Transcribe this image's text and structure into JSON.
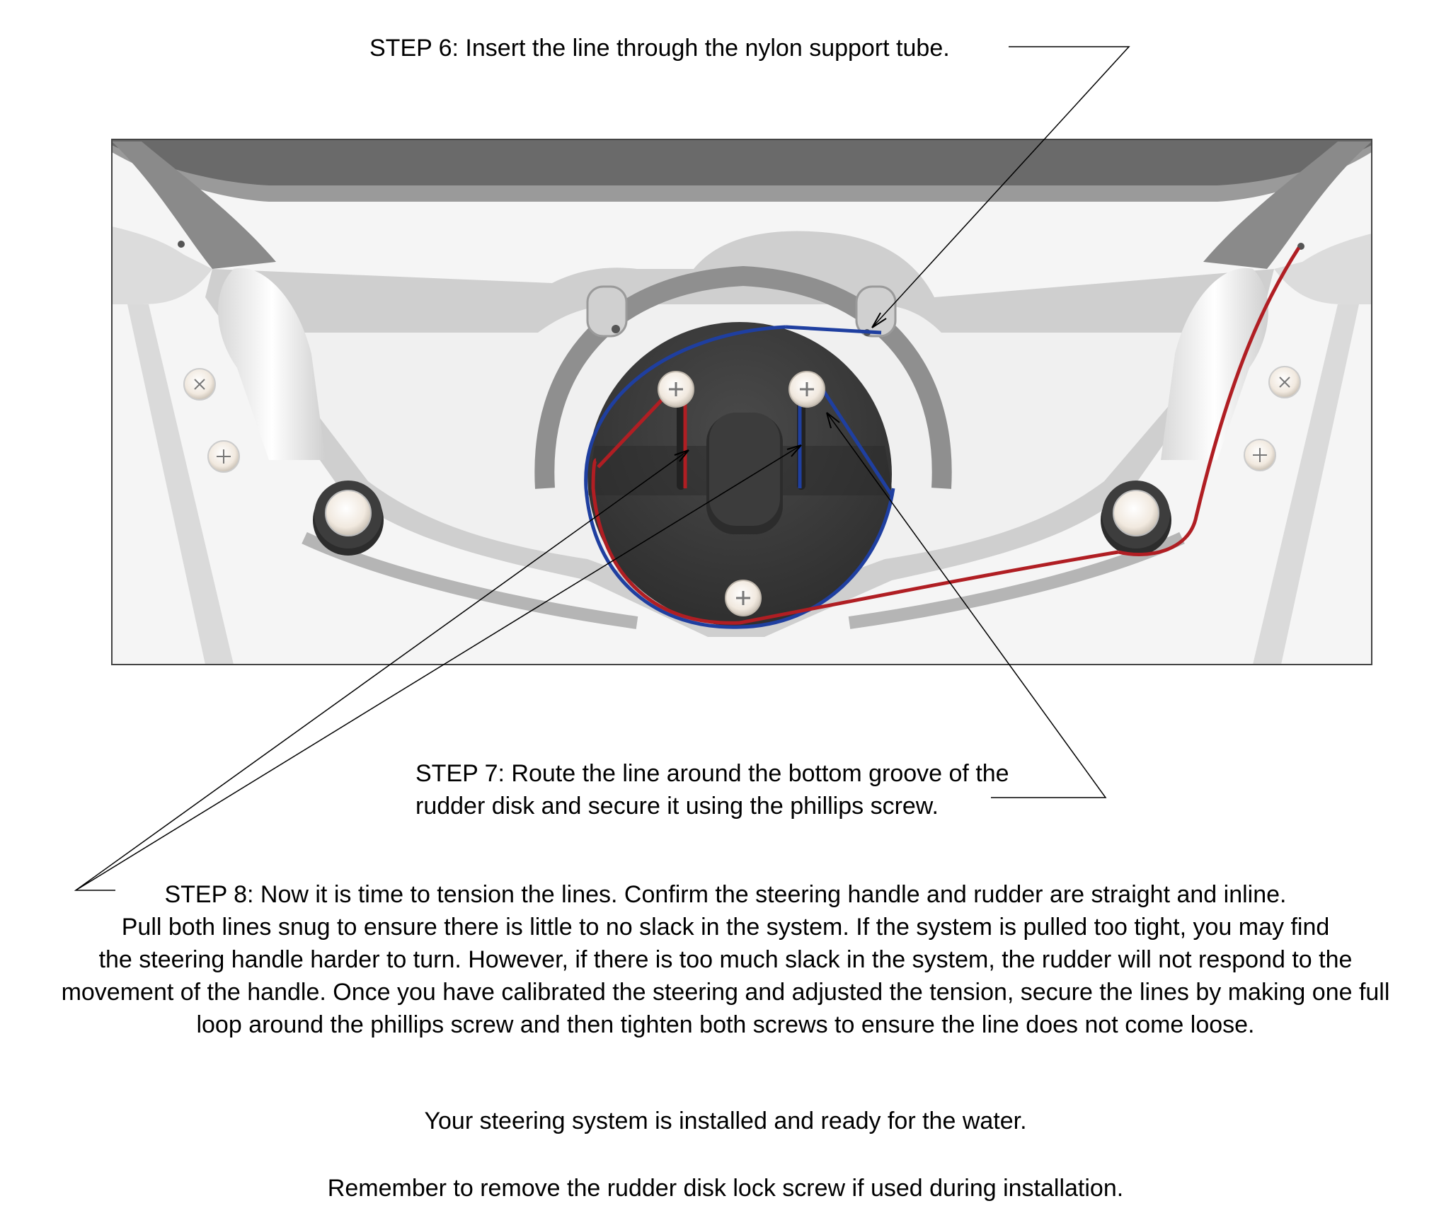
{
  "steps": {
    "step6": "STEP 6: Insert the line through the nylon support tube.",
    "step7": {
      "line1": "STEP 7: Route the line around the bottom groove of the",
      "line2": "rudder disk and secure it using the phillips screw."
    },
    "step8": {
      "line1": "STEP 8: Now it is time to tension the lines. Confirm the steering handle and rudder are straight and inline.",
      "line2": "Pull both lines snug to ensure there is little to no slack in the system. If the system is pulled too tight, you may find",
      "line3": "the steering handle harder to turn. However, if there is too much slack in the system, the rudder will not respond to the",
      "line4": "movement of the handle. Once you have calibrated the steering and adjusted the tension, secure the lines by making one full",
      "line5": "loop around the phillips screw and then tighten both screws to ensure the line does not come loose."
    }
  },
  "closing": {
    "ready": "Your steering system is installed and ready for the water.",
    "reminder": "Remember to remove the rudder disk lock screw if used during installation."
  },
  "colors": {
    "line_red": "#b01e23",
    "line_blue": "#1f3fa0",
    "hull": "#f4f4f4",
    "ridge": "#6e6e6e",
    "disk": "#3a3a3a"
  }
}
